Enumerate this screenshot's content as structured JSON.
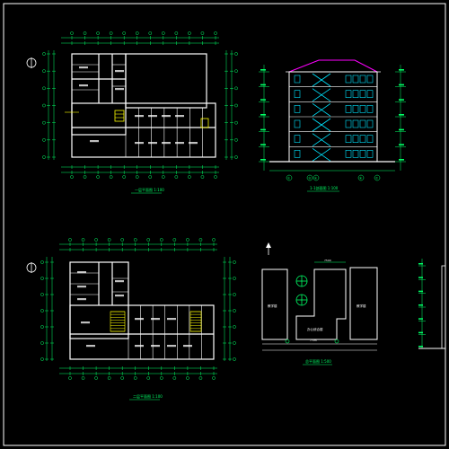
{
  "title_block_lines": "white",
  "colors": {
    "wall": "#ffffff",
    "grid": "#00ff66",
    "dim": "#00ff66",
    "accent": "#ffff00",
    "stair": "#00e5ff",
    "roof": "#ff00ff",
    "tree": "#00ff66",
    "label": "#ffffff"
  },
  "drawings": {
    "floor1_caption": "一层平面图 1:100",
    "floor2_caption": "二层平面图 1:100",
    "section_caption": "1-1剖面图 1:100",
    "site_caption": "总平面图 1:500",
    "site_labels": {
      "left_building": "教学楼",
      "center_building": "办公综合楼",
      "right_building": "教学楼",
      "road_label": "7.5m",
      "top_dim": "7500"
    },
    "section_axis_labels": [
      "①",
      "③",
      "④",
      "⑥",
      "⑦"
    ]
  }
}
